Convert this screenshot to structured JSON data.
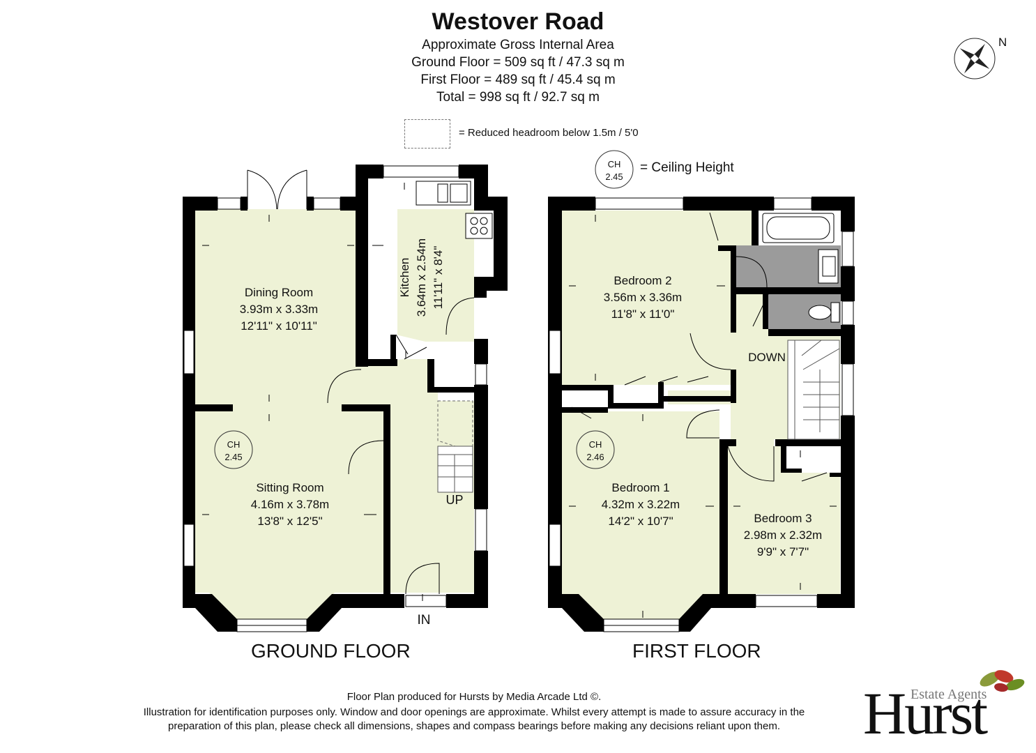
{
  "title": "Westover Road",
  "area": {
    "heading": "Approximate Gross Internal Area",
    "ground": "Ground Floor = 509 sq ft / 47.3 sq m",
    "first": "First Floor = 489 sq ft / 45.4 sq m",
    "total": "Total = 998 sq ft / 92.7 sq m"
  },
  "legend": {
    "reduced_headroom": "= Reduced headroom below 1.5m / 5'0",
    "ceiling_height": "= Ceiling Height",
    "ch_label": "CH",
    "ch_value": "2.45"
  },
  "compass": {
    "north": "N"
  },
  "ground_floor": {
    "label": "GROUND FLOOR",
    "dining": {
      "name": "Dining Room",
      "metric": "3.93m x 3.33m",
      "imperial": "12'11\" x 10'11\""
    },
    "sitting": {
      "name": "Sitting Room",
      "metric": "4.16m x 3.78m",
      "imperial": "13'8\" x 12'5\""
    },
    "kitchen": {
      "name": "Kitchen",
      "metric": "3.64m x 2.54m",
      "imperial": "11'11\" x 8'4\""
    },
    "ch": {
      "label": "CH",
      "value": "2.45"
    },
    "up": "UP",
    "in": "IN"
  },
  "first_floor": {
    "label": "FIRST FLOOR",
    "bedroom2": {
      "name": "Bedroom 2",
      "metric": "3.56m x 3.36m",
      "imperial": "11'8\" x 11'0\""
    },
    "bedroom1": {
      "name": "Bedroom 1",
      "metric": "4.32m x 3.22m",
      "imperial": "14'2\" x 10'7\""
    },
    "bedroom3": {
      "name": "Bedroom 3",
      "metric": "2.98m x 2.32m",
      "imperial": "9'9\" x 7'7\""
    },
    "ch": {
      "label": "CH",
      "value": "2.46"
    },
    "down": "DOWN"
  },
  "footer": {
    "line1": "Floor Plan produced for Hursts by Media Arcade Ltd ©.",
    "line2": "Illustration for identification purposes only. Window and door openings are approximate. Whilst every attempt is made to assure accuracy in the",
    "line3": "preparation of this plan, please check all dimensions, shapes and compass bearings before making any decisions reliant upon them."
  },
  "logo": {
    "tagline": "Estate Agents",
    "name": "Hurst"
  },
  "colors": {
    "room_fill": "#eef2d6",
    "wall": "#000000",
    "bathroom": "#9b9b9b"
  }
}
